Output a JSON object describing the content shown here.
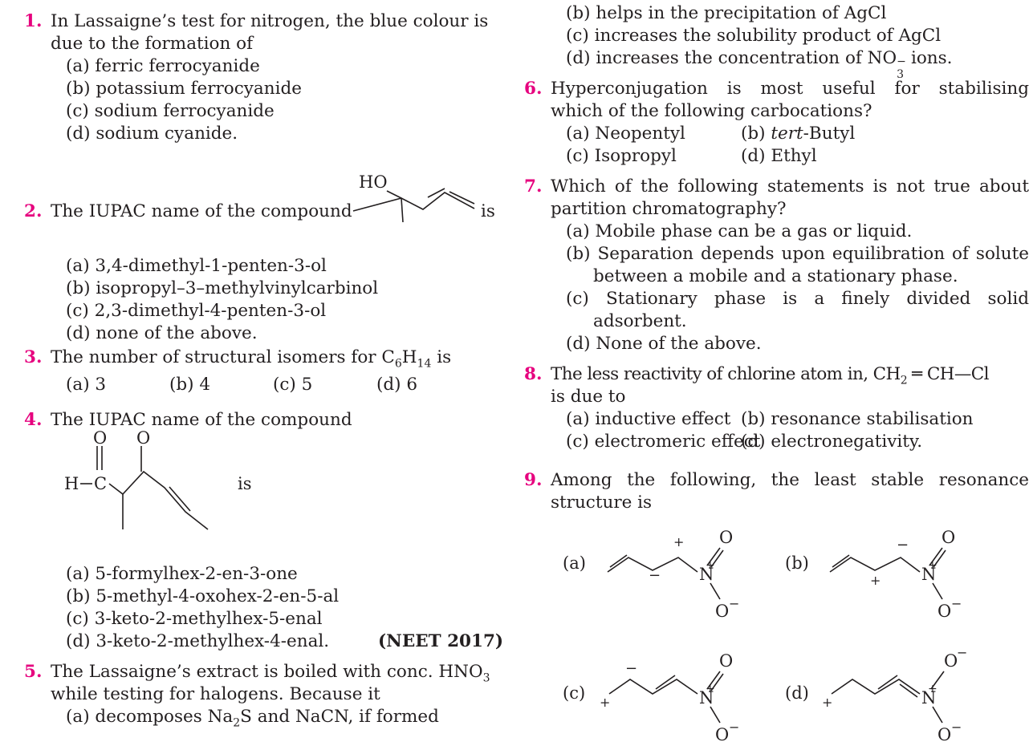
{
  "q1": {
    "num": "1.",
    "line1": "In Lassaigne’s test for nitrogen, the blue colour is",
    "line2": "due to the formation of",
    "a": "(a)  ferric ferrocyanide",
    "b": "(b)  potassium ferrocyanide",
    "c": "(c)  sodium ferrocyanide",
    "d": "(d)  sodium cyanide."
  },
  "q2": {
    "num": "2.",
    "stem": "The IUPAC name of the compound",
    "is": "is",
    "ho": "HO",
    "a": "(a)  3,4-dimethyl-1-penten-3-ol",
    "b": "(b)  isopropyl–3–methylvinylcarbinol",
    "c": "(c)  2,3-dimethyl-4-penten-3-ol",
    "d": "(d)  none of the above."
  },
  "q3": {
    "num": "3.",
    "stem": "The number of structural isomers for C",
    "sub1": "6",
    "mid": "H",
    "sub2": "14",
    "end": " is",
    "a": "(a)  3",
    "b": "(b)  4",
    "c": "(c)  5",
    "d": "(d)  6"
  },
  "q4": {
    "num": "4.",
    "stem": "The IUPAC name of the compound",
    "is": "is",
    "o": "O",
    "h": "H",
    "c": "C",
    "a": "(a)  5-formylhex-2-en-3-one",
    "b": "(b)  5-methyl-4-oxohex-2-en-5-al",
    "c_opt": "(c)  3-keto-2-methylhex-5-enal",
    "d": "(d)  3-keto-2-methylhex-4-enal.",
    "source": "(NEET 2017)"
  },
  "q5": {
    "num": "5.",
    "line1a": "The Lassaigne’s extract is boiled with conc. HNO",
    "line1sub": "3",
    "line2": "while testing for halogens. Because it",
    "a_pre": "(a)  decomposes Na",
    "a_sub": "2",
    "a_post": "S and NaCN, if formed",
    "b": "(b)  helps in the precipitation of AgCl",
    "c": "(c)  increases the solubility product of AgCl",
    "d_pre": "(d)  increases the concentration of NO",
    "d_sub": "3",
    "d_sup": "−",
    "d_post": " ions."
  },
  "q6": {
    "num": "6.",
    "line1": "Hyperconjugation is most useful for stabilising",
    "line2": "which of the following carbocations?",
    "a": "(a)  Neopentyl",
    "b_pre": "(b) ",
    "b_it": "tert",
    "b_post": "-Butyl",
    "c": "(c)  Isopropyl",
    "d": "(d)  Ethyl"
  },
  "q7": {
    "num": "7.",
    "line1": "Which of the following statements is not true about",
    "line2": "partition chromatography?",
    "a": "(a)  Mobile phase can be a gas or liquid.",
    "b1": "(b)  Separation depends upon equilibration of solute",
    "b2": "between a mobile and a stationary phase.",
    "c1": "(c)  Stationary phase is a finely divided solid",
    "c2": "adsorbent.",
    "d": "(d)  None of the above."
  },
  "q8": {
    "num": "8.",
    "pre": "The less reactivity of chlorine atom in, CH",
    "sub": "2",
    "post": " ═ CH—Cl",
    "line2": "is due to",
    "a": "(a)  inductive effect",
    "b": "(b)  resonance stabilisation",
    "c": "(c)  electromeric effect",
    "d": "(d)  electronegativity."
  },
  "q9": {
    "num": "9.",
    "line1": "Among the following, the least stable resonance",
    "line2": "structure is",
    "la": "(a)",
    "lb": "(b)",
    "lc": "(c)",
    "ld": "(d)",
    "n": "N",
    "o": "O",
    "plus": "+",
    "minus": "−"
  }
}
